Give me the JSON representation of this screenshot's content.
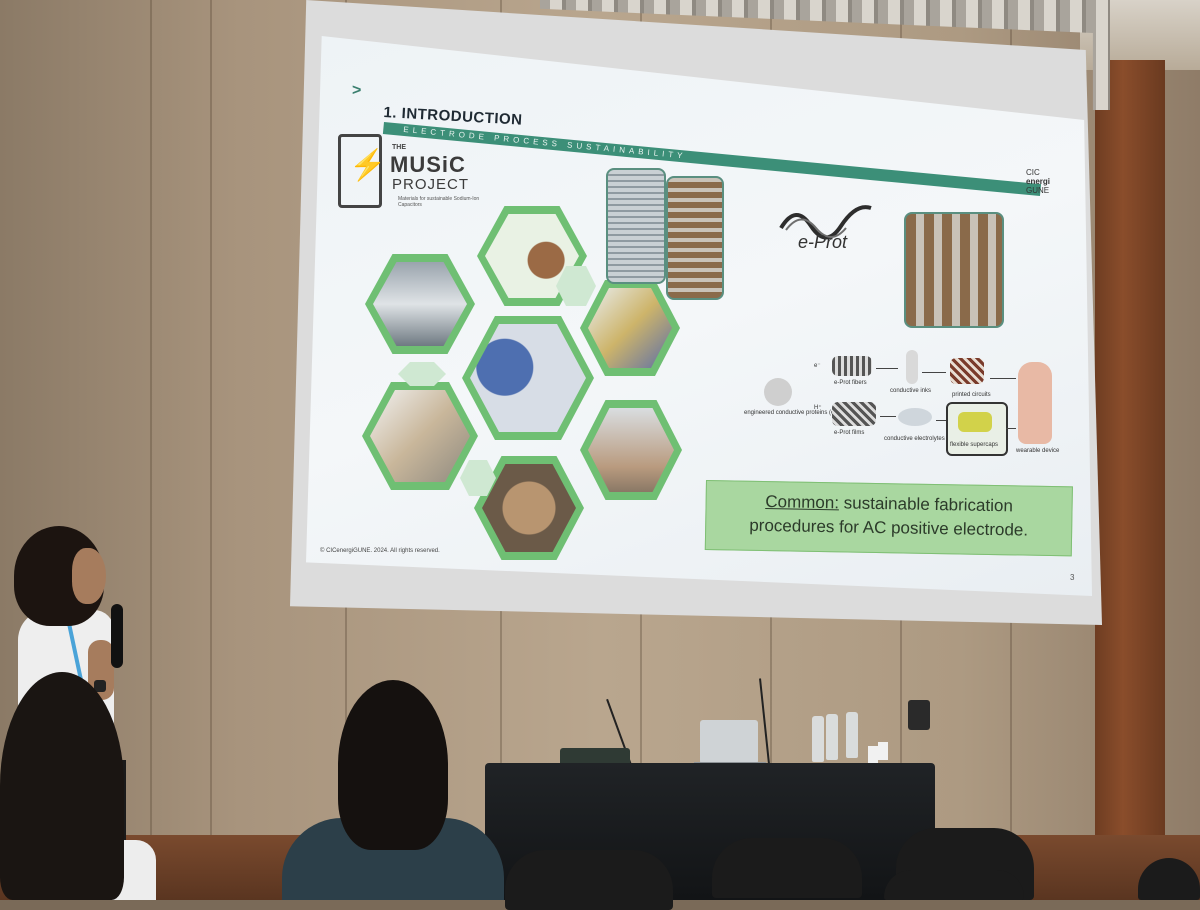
{
  "slide": {
    "chevron": ">",
    "title": "1. INTRODUCTION",
    "banner": "ELECTRODE PROCESS SUSTAINABILITY",
    "logo": {
      "the": "THE",
      "music": "MUSiC",
      "project": "PROJECT",
      "subtitle": "Materials for sustainable Sodium-Ion Capacitors"
    },
    "eprot_logo": "e-Prot",
    "cic_logo": [
      "CIC",
      "energi",
      "GUNE"
    ],
    "diagram": {
      "e_minus": "e⁻",
      "h_plus": "H⁺",
      "engineered": "engineered conductive proteins (e-Prots)",
      "fibers": "e-Prot fibers",
      "films": "e-Prot films",
      "inks": "conductive inks",
      "electrolytes": "conductive electrolytes",
      "circuits": "printed circuits",
      "supercaps": "flexible supercaps",
      "wearable": "wearable device"
    },
    "common": {
      "lead": "Common:",
      "line1": "sustainable fabrication",
      "line2": "procedures for AC positive electrode."
    },
    "copyright": "© CICenergiGUNE. 2024. All rights reserved.",
    "page_number": "3"
  },
  "icons": {
    "battery": "battery-bolt-icon",
    "eprot": "eprot-wave-icon"
  },
  "colors": {
    "accent_green": "#3c8f78",
    "hex_green": "#6fbf73",
    "highlight_box": "#a9d7a0"
  }
}
